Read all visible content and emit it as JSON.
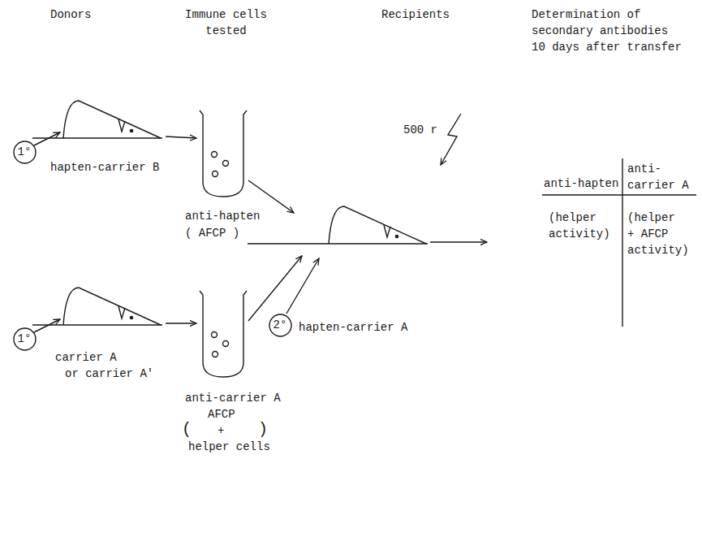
{
  "diagram": {
    "nodes": [
      {
        "text": [
          "1°"
        ]
      },
      {
        "text": [
          "1°"
        ]
      },
      {
        "text": [
          "2°"
        ]
      }
    ],
    "labels": [
      "Donors",
      "Immune cells tested",
      "Recipients",
      "Determination of secondary antibodies 10 days after transfer",
      "500 r",
      "anti-hapten",
      "anti-carrier A",
      "(helper activity)",
      "(helper + AFCP activity)",
      "hapten-carrier B",
      "anti-hapten",
      "( AFCP )",
      "hapten-carrier A",
      "carrier A",
      "or carrier A'",
      "anti-carrier A",
      "AFCP",
      "(",
      "+",
      ")",
      "helper cells"
    ]
  }
}
